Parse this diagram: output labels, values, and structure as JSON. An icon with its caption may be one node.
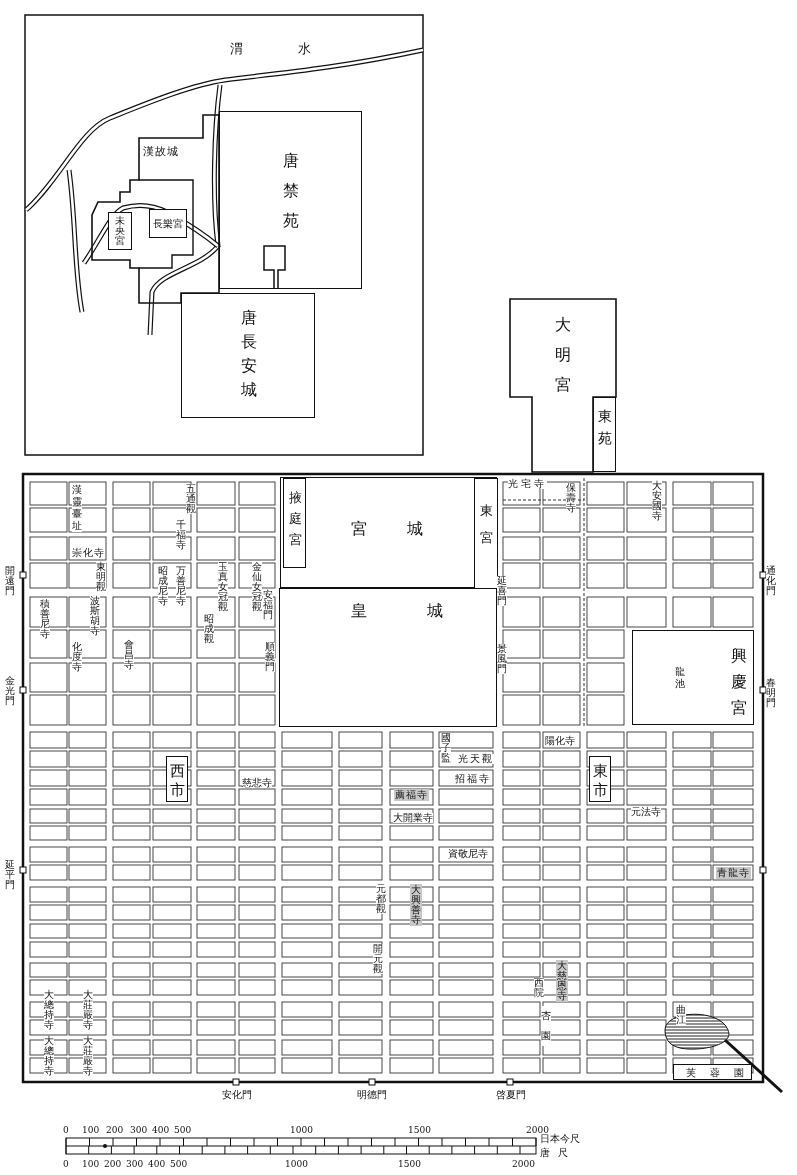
{
  "diagram": {
    "nodes": [
      {
        "text": [
          "漢故城"
        ]
      },
      {
        "text": [
          "未央宮"
        ],
        "in": 0
      },
      {
        "text": [
          "長樂宮"
        ],
        "in": 0
      },
      {
        "text": [
          "唐禁苑"
        ]
      },
      {
        "text": [
          "唐長安城"
        ]
      },
      {
        "text": [
          "大明宮"
        ]
      },
      {
        "text": [
          "東苑"
        ]
      },
      {
        "text": [
          "宮城"
        ]
      },
      {
        "text": [
          "掖庭宮"
        ],
        "in": 7
      },
      {
        "text": [
          "東宮"
        ],
        "in": 7
      },
      {
        "text": [
          "皇城"
        ]
      },
      {
        "text": [
          "興慶宮"
        ]
      },
      {
        "text": [
          "西市"
        ]
      },
      {
        "text": [
          "東市"
        ]
      },
      {
        "text": [
          "芙蓉園"
        ]
      }
    ],
    "edges": [],
    "labels": [
      "渭水",
      "漢靈臺址",
      "五通觀",
      "千福寺",
      "崇化寺",
      "東明觀",
      "昭成尼寺",
      "万善尼寺",
      "玉真女冠觀",
      "金仙女冠觀",
      "積善尼寺",
      "波斯胡寺",
      "昭成觀",
      "化度寺",
      "會昌寺",
      "安福門",
      "順義門",
      "慈悲寺",
      "大開業寺",
      "光宅寺",
      "保壽寺",
      "大安國寺",
      "延喜門",
      "景風門",
      "通化門",
      "春明門",
      "開遠門",
      "金光門",
      "延平門",
      "龍池",
      "陽化寺",
      "國子監",
      "光天觀",
      "招福寺",
      "薦福寺",
      "元法寺",
      "資敬尼寺",
      "青龍寺",
      "元都觀",
      "大興善寺",
      "開元觀",
      "大慈恩寺",
      "西院",
      "杏園",
      "曲江",
      "大總持寺",
      "大莊嚴寺",
      "大總持寺",
      "大莊嚴寺",
      "安化門",
      "明德門",
      "啓夏門",
      "0",
      "100",
      "200",
      "300",
      "400",
      "500",
      "1000",
      "1500",
      "2000",
      "日本今尺",
      "0",
      "100",
      "200",
      "300",
      "400",
      "500",
      "1000",
      "1500",
      "2000",
      "唐尺"
    ]
  }
}
